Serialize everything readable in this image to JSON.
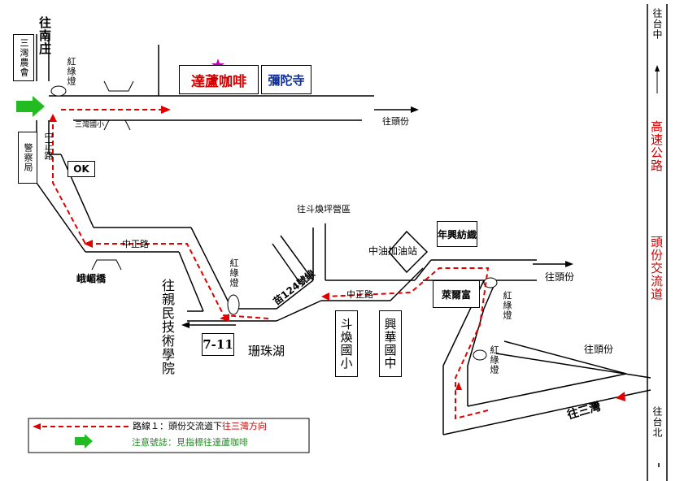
{
  "map": {
    "to_nanzhuang": "往南庄",
    "sanwan_farmers_assoc": "三灣農會",
    "police_station": "警察局",
    "zhongzheng_rd_vertical": "中正路",
    "traffic_light_top": "紅綠燈",
    "sanwan_elementary": "三灣國小",
    "ok_store": "OK",
    "darong_cafe": "達蘆咖啡",
    "mituo_temple": "彌陀寺",
    "to_toufen_top": "往頭份",
    "emei_bridge": "峨嵋橋",
    "zhongzheng_rd_left": "中正路",
    "to_qinmin_college": "往親民技術學院",
    "traffic_light_mid": "紅綠燈",
    "seven_eleven": "7-11",
    "shanzhu_lake": "珊珠湖",
    "county_road_124": "苗124號線",
    "to_douhuanping_camp": "往斗煥坪營區",
    "douhuan_elementary": "斗煥國小",
    "xinghua_junior_high": "興華國中",
    "zhongyou_gas": "中油加油站",
    "zhongzheng_rd_right": "中正路",
    "nianxing_textile": "年興紡織",
    "lairfu": "萊爾富",
    "traffic_light_right": "紅綠燈",
    "traffic_light_lower": "紅綠燈",
    "to_toufen_mid": "往頭份",
    "to_toufen_right": "往頭份",
    "to_sanwan": "往三灣",
    "to_taichung": "往台中",
    "to_taipei": "往台北",
    "highway": "高速公路",
    "toufen_interchange": "頭份交流道"
  },
  "legend": {
    "route1_black": "路線１：頭份交流道下",
    "route1_red": "往三灣方向",
    "notice_prefix": "注意號誌：見指標往",
    "notice_dest": "達蘆咖啡"
  },
  "colors": {
    "route": "#e00000",
    "notice_arrow": "#22bb22",
    "star": "#c000c0"
  }
}
